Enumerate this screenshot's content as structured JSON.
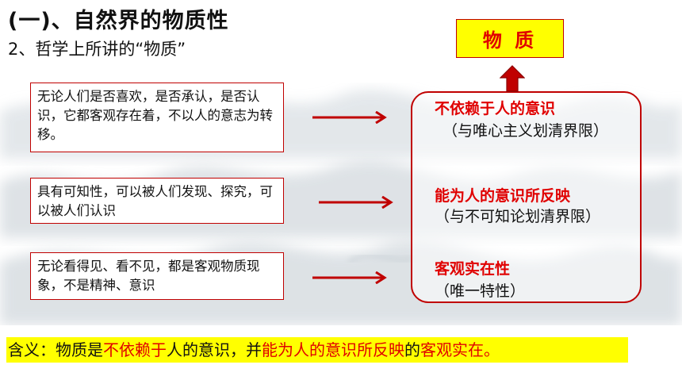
{
  "heading": "(一)、自然界的物质性",
  "subheading": "2、哲学上所讲的“物质”",
  "matter_label": "物 质",
  "properties": [
    {
      "title": "不依赖于人的意识",
      "note": "（与唯心主义划清界限）"
    },
    {
      "title": "能为人的意识所反映",
      "note": "（与不可知论划清界限）"
    },
    {
      "title": "客观实在性",
      "note": "（唯一特性）"
    }
  ],
  "descriptions": [
    "无论人们是否喜欢，是否承认，是否认识，它都客观存在着，不以人的意志为转移。",
    "具有可知性，可以被人们发现、探究，可以被人们认识",
    "无论看得见、看不见，都是客观物质现象，不是精神、意识"
  ],
  "definition": {
    "p1": "含义：物质是",
    "p2": "不依赖于",
    "p3": "人的意识，并",
    "p4": "能为人的意识所反映",
    "p5": "的",
    "p6": "客观实在。"
  },
  "colors": {
    "accent_red": "#e00000",
    "border_red": "#c00000",
    "highlight_yellow": "#ffff00"
  }
}
